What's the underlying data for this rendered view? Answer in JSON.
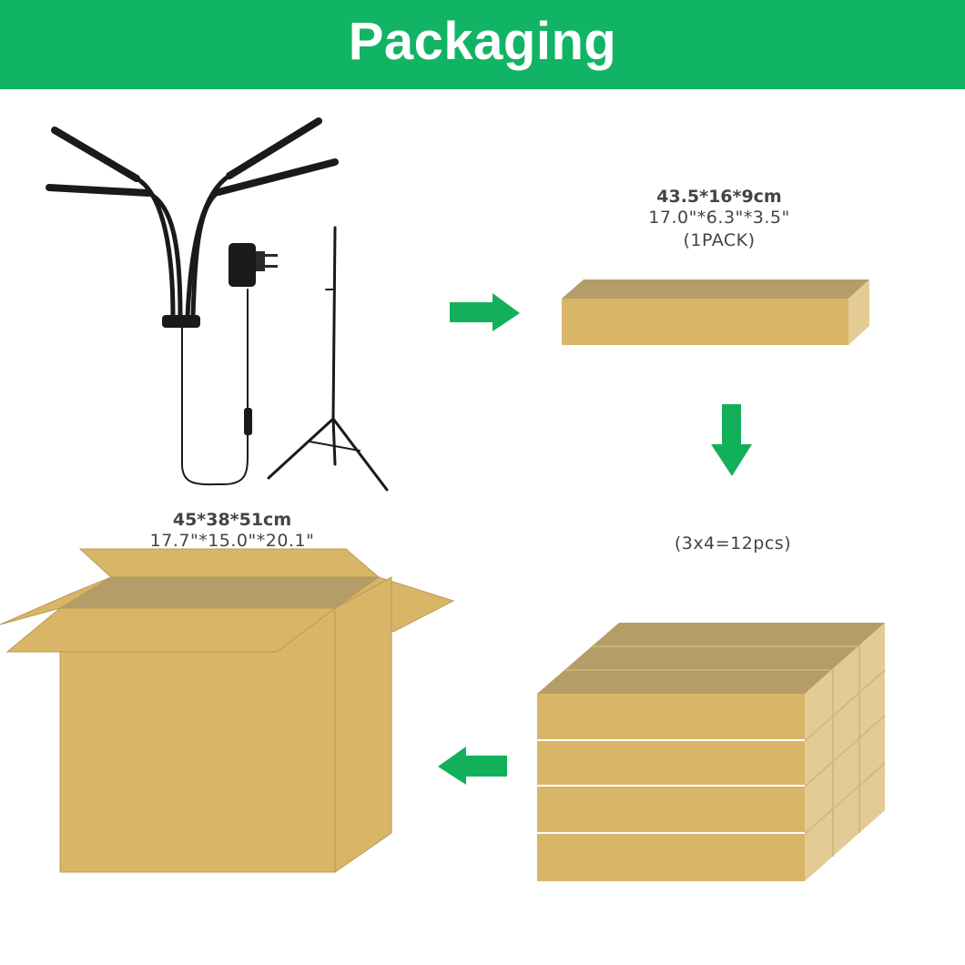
{
  "header": {
    "title": "Packaging"
  },
  "colors": {
    "banner": "#11b464",
    "arrow": "#13b05b",
    "cardboard": "#d9b567",
    "cardboard_side": "#e4cb96",
    "cardboard_top": "#b59d68"
  },
  "single_box": {
    "size_cm": "43.5*16*9cm",
    "size_in": "17.0\"*6.3\"*3.5\"",
    "qty": "(1PACK)"
  },
  "stack": {
    "count": "(3x4=12pcs)"
  },
  "carton": {
    "size_cm": "45*38*51cm",
    "size_in": "17.7\"*15.0\"*20.1\""
  },
  "icons": [
    "grow-light-icon",
    "power-adapter-icon",
    "tripod-stand-icon",
    "arrow-right-icon",
    "arrow-down-icon",
    "arrow-left-icon"
  ]
}
